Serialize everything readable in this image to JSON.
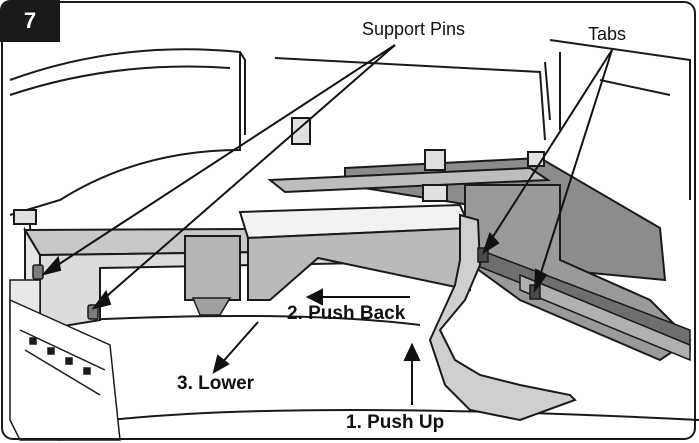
{
  "figure": {
    "step_number": "7",
    "labels": {
      "support_pins": "Support Pins",
      "tabs": "Tabs",
      "push_back": "2. Push Back",
      "lower": "3. Lower",
      "push_up": "1. Push Up"
    },
    "colors": {
      "outline": "#1a1a1a",
      "light_gray": "#dcdcdc",
      "mid_gray": "#a9a9a9",
      "dark_gray": "#6e6e6e",
      "white": "#ffffff"
    }
  }
}
